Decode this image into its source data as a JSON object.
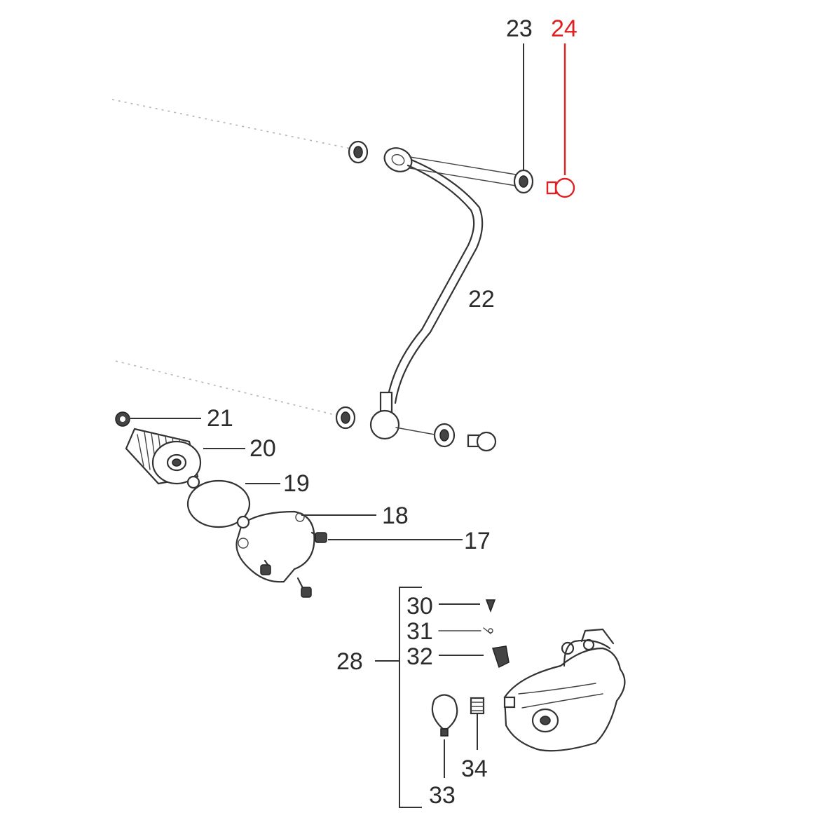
{
  "labels": {
    "p17": "17",
    "p18": "18",
    "p19": "19",
    "p20": "20",
    "p21": "21",
    "p22": "22",
    "p23": "23",
    "p24": "24",
    "p28": "28",
    "p30": "30",
    "p31": "31",
    "p32": "32",
    "p33": "33",
    "p34": "34"
  },
  "colors": {
    "highlight": "#e02020",
    "ink": "#333333",
    "background": "#ffffff"
  }
}
